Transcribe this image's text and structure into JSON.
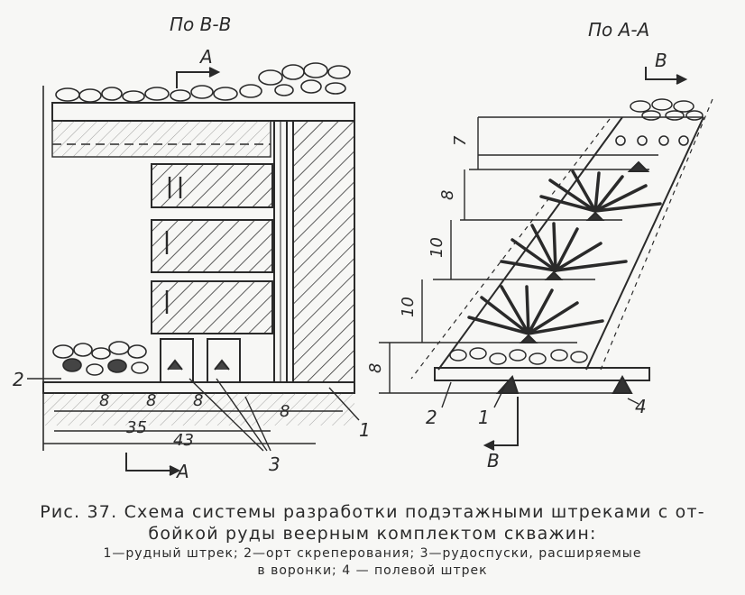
{
  "section_labels": {
    "left": "По В-В",
    "right": "По А-А"
  },
  "cut_labels": {
    "a_top": "А",
    "a_bottom": "А",
    "b_top": "В",
    "b_bottom": "В"
  },
  "callouts": {
    "n1_left": "1",
    "n2_left": "2",
    "n3_left": "3",
    "n1_right": "1",
    "n2_right": "2",
    "n4_right": "4"
  },
  "dimensions_left": {
    "s1": "8",
    "s2": "8",
    "s3": "8",
    "s4": "8",
    "total_35": "35",
    "total_43": "43"
  },
  "dimensions_right": {
    "h1": "7",
    "h2": "8",
    "h3": "10",
    "h4": "10",
    "h5": "8"
  },
  "caption": {
    "line1": "Рис. 37. Схема системы разработки подэтажными штреками с от-",
    "line2": "бойкой руды веерным комплектом скважин:",
    "line3": "1—рудный штрек; 2—орт скреперования; 3—рудоспуски, расширяемые",
    "line4": "в воронки; 4 — полевой штрек"
  },
  "colors": {
    "ink": "#2a2a2a",
    "paper": "#f7f7f5"
  }
}
